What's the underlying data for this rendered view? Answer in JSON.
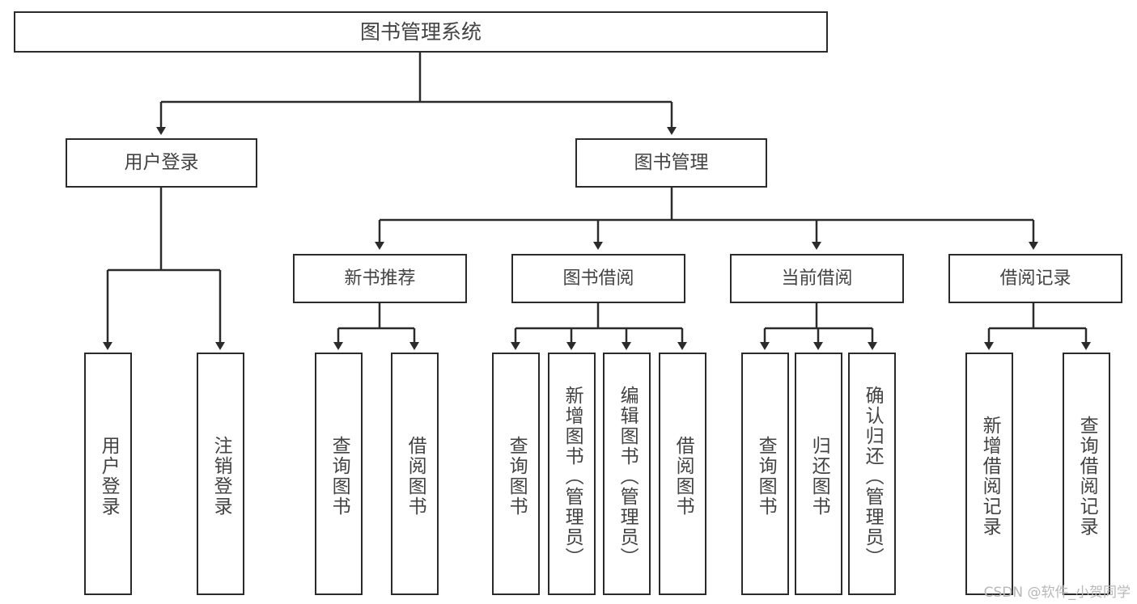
{
  "diagram": {
    "title_node": {
      "label": "图书管理系统"
    },
    "level2": [
      {
        "label": "用户登录"
      },
      {
        "label": "图书管理"
      }
    ],
    "level3": [
      {
        "label": "新书推荐"
      },
      {
        "label": "图书借阅"
      },
      {
        "label": "当前借阅"
      },
      {
        "label": "借阅记录"
      }
    ],
    "leaves": [
      {
        "label": "用户登录"
      },
      {
        "label": "注销登录"
      },
      {
        "label": "查询图书"
      },
      {
        "label": "借阅图书"
      },
      {
        "label": "查询图书"
      },
      {
        "label": "新增图书（管理员）"
      },
      {
        "label": "编辑图书（管理员）"
      },
      {
        "label": "借阅图书"
      },
      {
        "label": "查询图书"
      },
      {
        "label": "归还图书"
      },
      {
        "label": "确认归还（管理员）"
      },
      {
        "label": "新增借阅记录"
      },
      {
        "label": "查询借阅记录"
      }
    ],
    "watermark": "CSDN @软件_小贺同学",
    "colors": {
      "stroke": "#2b2b2b",
      "fill": "#ffffff",
      "text": "#434343",
      "watermark": "#b8b8b8"
    }
  }
}
